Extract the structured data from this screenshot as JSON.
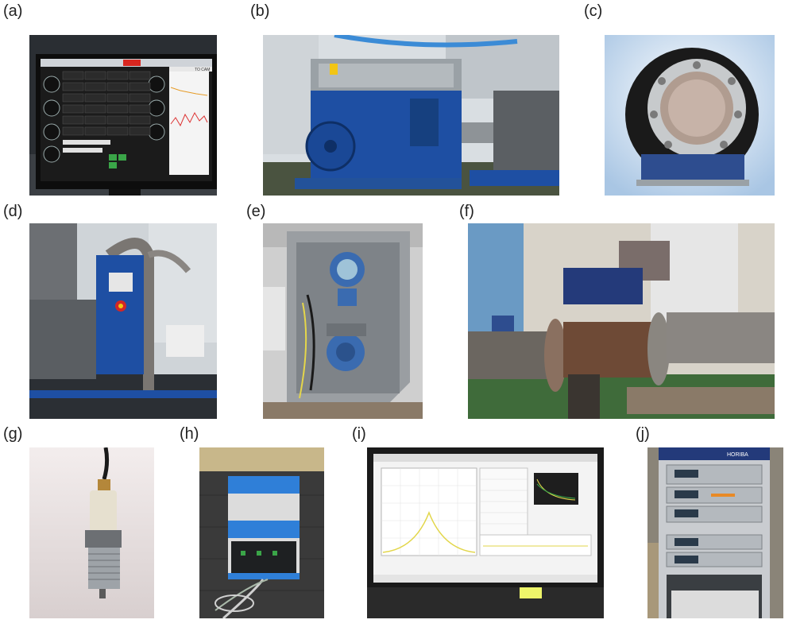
{
  "labels": {
    "a": "(a)",
    "b": "(b)",
    "c": "(c)",
    "d": "(d)",
    "e": "(e)",
    "f": "(f)",
    "g": "(g)",
    "h": "(h)",
    "i": "(i)",
    "j": "(j)"
  },
  "photos": {
    "a": {
      "screen_header_right": "TO CAM"
    },
    "j": {
      "brand": "HORIBA"
    }
  },
  "colors": {
    "dyno_blue": "#1e4fa3",
    "screen_bg": "#1b1b1b",
    "wall": "#d9dee2",
    "floor": "#4a5340",
    "pipe": "#7a7672",
    "sensor_blue": "#2e4d8f",
    "green_floor": "#3f6b3a"
  }
}
